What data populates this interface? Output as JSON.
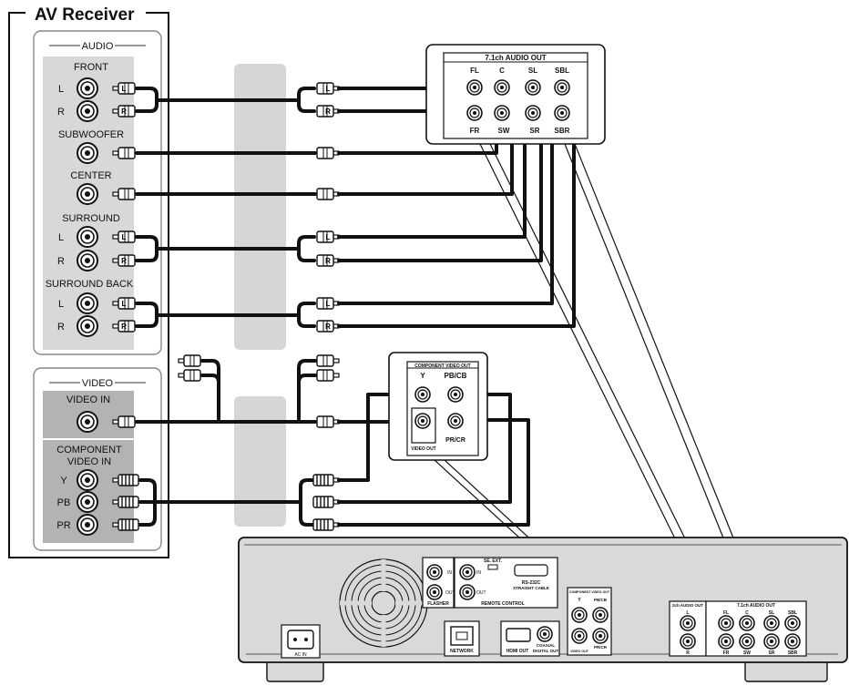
{
  "receiver": {
    "title": "AV Receiver",
    "audio_group": "AUDIO",
    "front": "FRONT",
    "subwoofer": "SUBWOOFER",
    "center": "CENTER",
    "surround": "SURROUND",
    "surround_back": "SURROUND BACK",
    "l": "L",
    "r": "R",
    "video_group": "VIDEO",
    "video_in": "VIDEO IN",
    "component_line1": "COMPONENT",
    "component_line2": "VIDEO IN",
    "y": "Y",
    "pb": "PB",
    "pr": "PR"
  },
  "plug_labels": {
    "l": "L",
    "r": "R"
  },
  "audio_out_panel": {
    "title": "7.1ch AUDIO OUT",
    "fl": "FL",
    "c": "C",
    "sl": "SL",
    "sbl": "SBL",
    "fr": "FR",
    "sw": "SW",
    "sr": "SR",
    "sbr": "SBR"
  },
  "video_out_panel": {
    "title": "COMPONENT VIDEO OUT",
    "y": "Y",
    "pb_cb": "PB/CB",
    "video_out": "VIDEO OUT",
    "pr_cr": "PR/CR"
  },
  "player": {
    "flasher": "FLASHER",
    "in": "IN",
    "out": "OUT",
    "remote_control": "REMOTE CONTROL",
    "rc_in": "IN",
    "rc_out": "OUT",
    "se_ext": "SE. EXT.",
    "rs232c": "RS-232C",
    "straight_cable": "STRAIGHT CABLE",
    "comp_video_out": "COMPONENT VIDEO OUT",
    "comp_y": "Y",
    "comp_pb": "PB/CB",
    "comp_pr": "PR/CR",
    "comp_video": "VIDEO OUT",
    "ch2_audio_out": "2ch AUDIO OUT",
    "ch2_l": "L",
    "ch2_r": "R",
    "ch7_audio_out": "7.1ch AUDIO OUT",
    "fl": "FL",
    "c": "C",
    "sl": "SL",
    "sbl": "SBL",
    "fr": "FR",
    "sw": "SW",
    "sr": "SR",
    "sbr": "SBR",
    "ac_in": "AC IN",
    "network": "NETWORK",
    "hdmi_out": "HDMI OUT",
    "coaxial_line1": "COAXIAL",
    "coaxial_line2": "DIGITAL OUT"
  }
}
